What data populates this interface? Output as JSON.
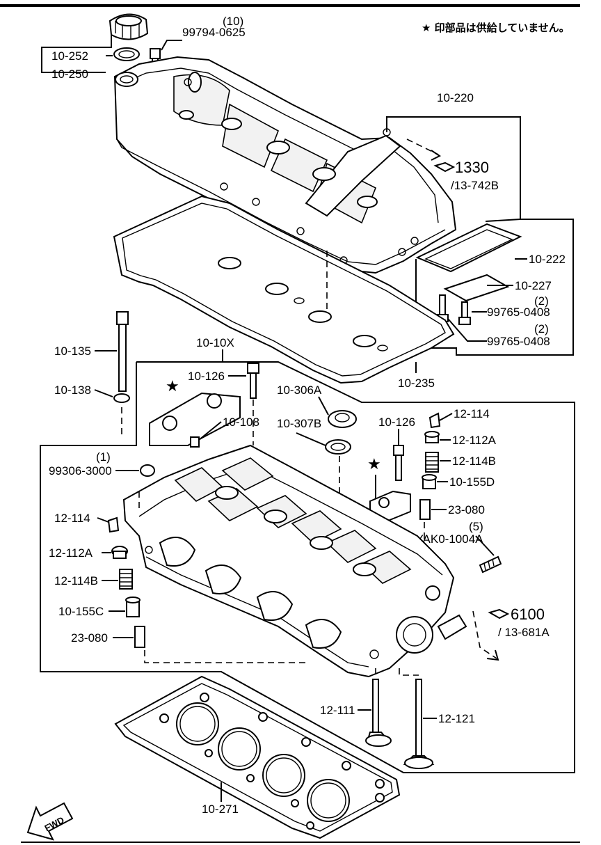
{
  "note": "★ 印部品は供給していません。",
  "fwd": "FWD",
  "labels": {
    "qty_10": "(10)",
    "p99794_0625": "99794-0625",
    "p10_252": "10-252",
    "p10_250": "10-250",
    "p10_220": "10-220",
    "ref_1330": "1330",
    "ref_13_742b": "/13-742B",
    "p10_222": "10-222",
    "p10_227": "10-227",
    "qty_2a": "(2)",
    "p99765_0408a": "99765-0408",
    "qty_2b": "(2)",
    "p99765_0408b": "99765-0408",
    "p10_235": "10-235",
    "p10_135": "10-135",
    "p10_10x": "10-10X",
    "p10_126a": "10-126",
    "p10_138": "10-138",
    "p10_306a": "10-306A",
    "p10_108": "10-108",
    "p10_307b": "10-307B",
    "p10_126b": "10-126",
    "p12_114a": "12-114",
    "p12_112a_r": "12-112A",
    "p12_114b_r": "12-114B",
    "p10_155d": "10-155D",
    "p23_080_r": "23-080",
    "qty_5": "(5)",
    "p9yak0": "9YAK0-1004A",
    "qty_1": "(1)",
    "p99306_3000": "99306-3000",
    "p12_114_l": "12-114",
    "p12_112a_l": "12-112A",
    "p12_114b_l": "12-114B",
    "p10_155c": "10-155C",
    "p23_080_l": "23-080",
    "ref_6100": "6100",
    "ref_13_681a": "/ 13-681A",
    "p12_111": "12-111",
    "p12_121": "12-121",
    "p10_271": "10-271"
  }
}
